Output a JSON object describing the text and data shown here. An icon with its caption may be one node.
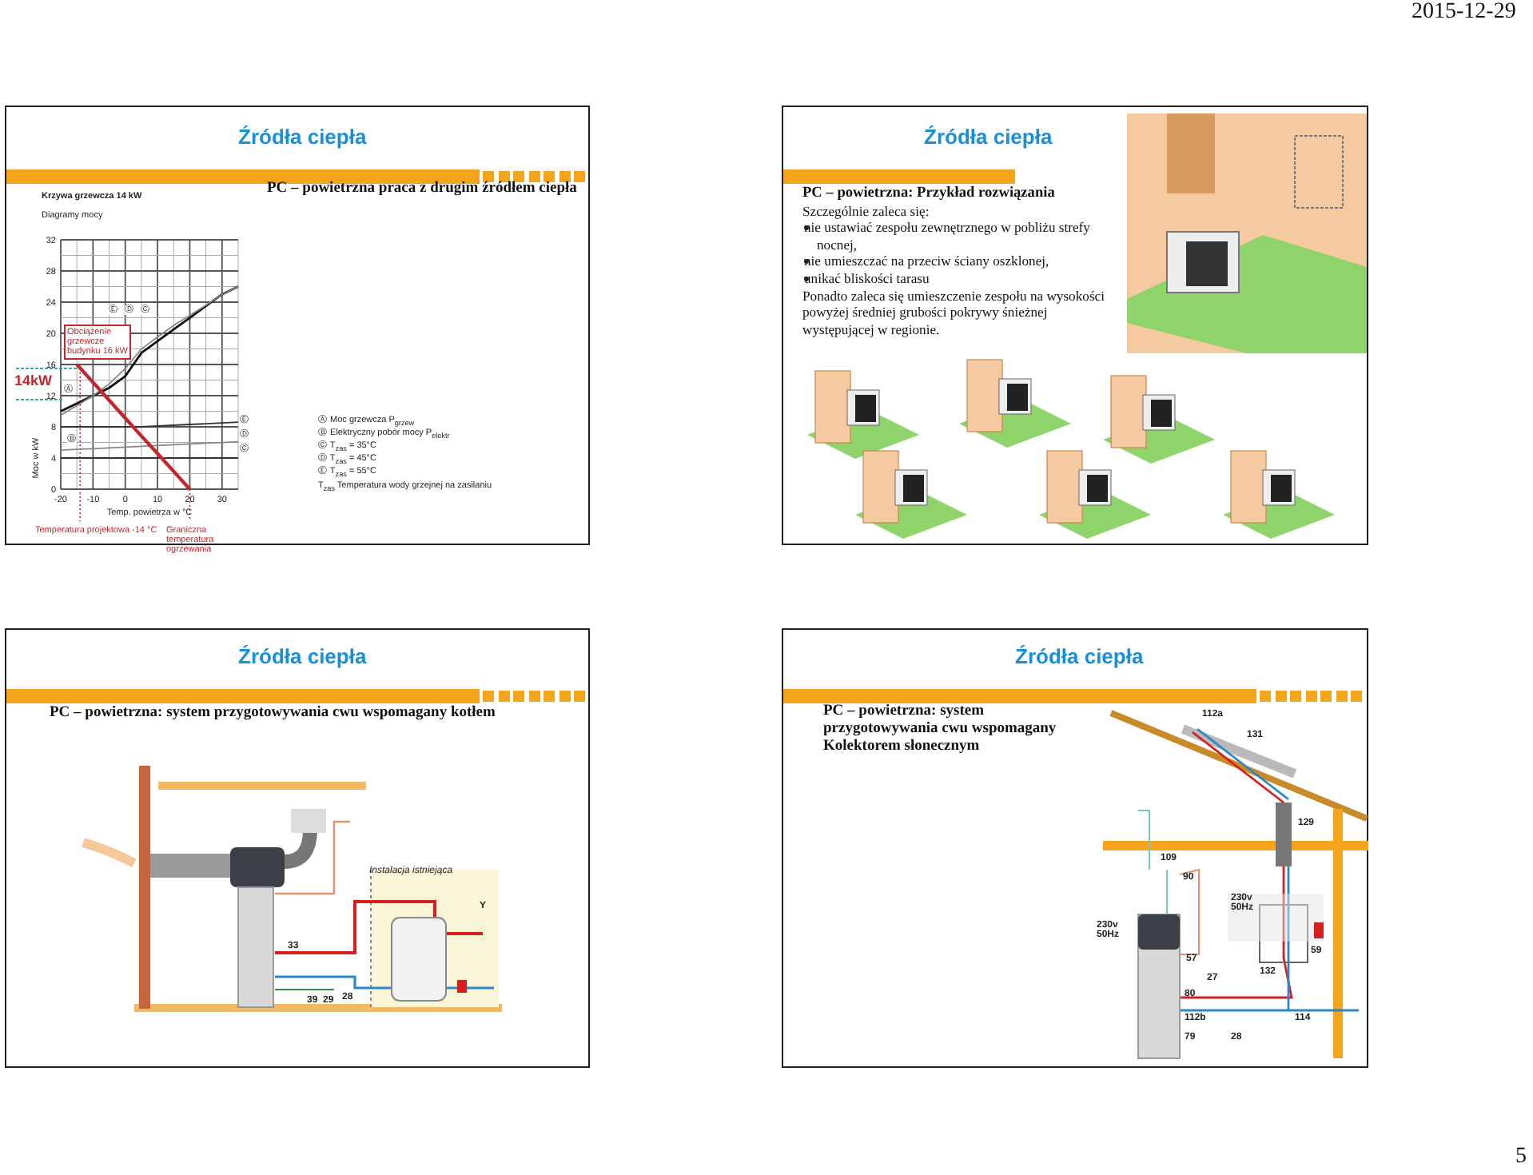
{
  "diagram": {
    "nodes": [
      {
        "text": [
          "Źródła ciepła",
          "PC – powietrzna praca z drugim źródłem ciepła"
        ]
      },
      {
        "text": [
          "Źródła ciepła",
          "PC – powietrzna: Przykład rozwiązania",
          "Szczególnie zaleca się:",
          "nie ustawiać zespołu zewnętrznego w pobliżu strefy nocnej,",
          "nie umieszczać na przeciw ściany oszklonej,",
          "unikać bliskości tarasu",
          "Ponadto zaleca się umieszczenie zespołu na wysokości powyżej średniej grubości pokrywy śnieżnej występującej w regionie."
        ]
      },
      {
        "text": [
          "Źródła ciepła",
          "PC – powietrzna: system przygotowywania cwu wspomagany kotłem"
        ]
      },
      {
        "text": [
          "Źródła ciepła",
          "PC – powietrzna: system przygotowywania cwu wspomagany Kolektorem słonecznym"
        ]
      }
    ],
    "labels": [
      "2015-12-29",
      "Diagramy mocy",
      "T$_{zas}$ Temperatura wody grzejnej na zasilaniu",
      "Instalacja istniejąca",
      "Y",
      "33",
      "39",
      "29",
      "28",
      "112a",
      "131",
      "129",
      "109",
      "90",
      "230v 50Hz",
      "230v 50Hz",
      "57",
      "59",
      "132",
      "27",
      "80",
      "112b",
      "114",
      "79",
      "28",
      "5"
    ],
    "legend": [
      {
        "text": "Ⓐ Moc grzewcza P$_{grzew}$"
      },
      {
        "text": "Ⓑ Elektryczny pobór mocy P$_{elektr}$"
      },
      {
        "text": "Ⓒ T$_{zas}$ = 35°C"
      },
      {
        "text": "Ⓓ T$_{zas}$ = 45°C"
      },
      {
        "text": "Ⓔ T$_{zas}$ = 55°C"
      }
    ],
    "chart_data": {
      "type": "line",
      "title": "Krzywa grzewcza 14 kW",
      "xlabel": "Temp. powietrza w °C",
      "ylabel": "Moc w kW",
      "x": [
        -20,
        -15,
        -10,
        -5,
        0,
        5,
        10,
        15,
        20,
        25,
        30,
        35
      ],
      "series": [
        {
          "color": "#111111",
          "values": [
            10,
            11,
            12,
            13,
            14.5,
            17.5,
            19,
            20.5,
            22,
            23.5,
            25,
            26
          ]
        },
        {
          "color": "#888888",
          "values": [
            9.5,
            10.7,
            12,
            13.5,
            15.5,
            18,
            19.5,
            21,
            22.3,
            23.6,
            25,
            26
          ]
        },
        {
          "color": "#333333",
          "values": [
            8,
            8,
            8,
            8,
            8,
            8,
            8.1,
            8.2,
            8.3,
            8.4,
            8.5,
            8.6
          ]
        },
        {
          "color": "#888888",
          "values": [
            5,
            5.1,
            5.2,
            5.3,
            5.4,
            5.5,
            5.6,
            5.7,
            5.8,
            5.9,
            6,
            6.1
          ]
        },
        {
          "color": "#333333",
          "values": [
            4,
            4,
            4,
            4,
            4,
            4,
            4,
            4,
            4,
            4,
            4,
            4
          ]
        },
        {
          "color": "#c0282d",
          "values": [
            null,
            16,
            13.7,
            11.4,
            9.1,
            6.8,
            4.6,
            2.3,
            0,
            null,
            null,
            null
          ]
        }
      ],
      "xlim": [
        -20,
        35
      ],
      "ylim": [
        0,
        32
      ],
      "xticks": [
        {
          "value": -20,
          "label": "-20"
        },
        {
          "value": -10,
          "label": "-10"
        },
        0,
        10,
        20,
        30
      ],
      "yticks": [
        0,
        4,
        8,
        12,
        16,
        20,
        24,
        28,
        32
      ],
      "grid": true,
      "annotations": [
        "Ⓔ",
        "Ⓓ",
        "Ⓒ",
        "Ⓐ",
        "Ⓑ",
        "Ⓔ",
        "Ⓓ",
        "Ⓒ",
        "Obciążenie grzewcze budynku 16 kW",
        "14kW",
        "Temperatura projektowa -14 °C",
        "Graniczna temperatura ogrzewania"
      ]
    }
  }
}
